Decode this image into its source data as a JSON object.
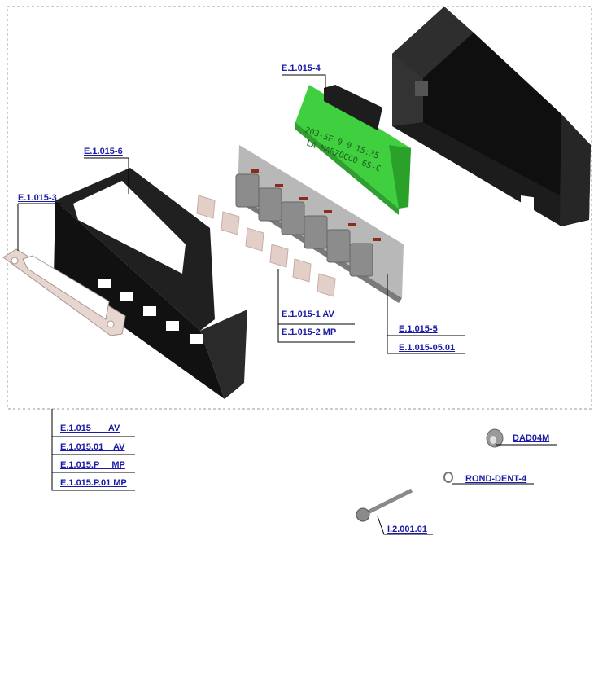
{
  "parts": {
    "display_pcb": "E.1.015-4",
    "front_frame": "E.1.015-6",
    "gasket": "E.1.015-3",
    "button_av": "E.1.015-1 AV",
    "button_mp": "E.1.015-2 MP",
    "keypad": "E.1.015-5",
    "keypad_alt": "E.1.015-05.01"
  },
  "assemblies": [
    "E.1.015       AV",
    "E.1.015.01    AV",
    "E.1.015.P     MP",
    "E.1.015.P.01 MP"
  ],
  "hardware": {
    "nut": "DAD04M",
    "washer": "ROND-DENT-4",
    "screw": "I.2.001.01"
  },
  "lcd_lines": [
    "203-5F  0 0  15:35",
    "LA MARZOCCO  65-C"
  ],
  "colors": {
    "link": "#1a1aa6",
    "pcb_green": "#3fcf3f",
    "housing_black": "#141414",
    "gasket": "#e7d6d0",
    "keypad_grey": "#9a9a9a"
  }
}
